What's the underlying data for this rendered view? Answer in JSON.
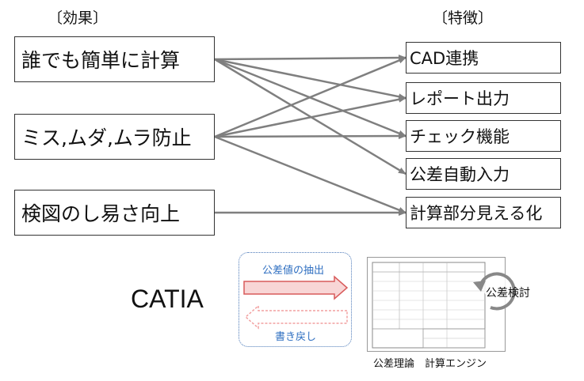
{
  "headers": {
    "effects": "〔効果〕",
    "features": "〔特徴〕"
  },
  "effects": [
    {
      "label": "誰でも簡単に計算"
    },
    {
      "label": "ミス,ムダ,ムラ防止"
    },
    {
      "label": "検図のし易さ向上"
    }
  ],
  "features": [
    {
      "label": "CAD連携"
    },
    {
      "label": "レポート出力"
    },
    {
      "label": "チェック機能"
    },
    {
      "label": "公差自動入力"
    },
    {
      "label": "計算部分見える化"
    }
  ],
  "links": [
    [
      0,
      0
    ],
    [
      0,
      1
    ],
    [
      0,
      2
    ],
    [
      0,
      3
    ],
    [
      1,
      0
    ],
    [
      1,
      1
    ],
    [
      1,
      2
    ],
    [
      1,
      4
    ],
    [
      2,
      4
    ]
  ],
  "colors": {
    "arrow": "#7f7f7f",
    "extract_arrow": "#f08a8a",
    "writeback_arrow": "#f5b0b0",
    "process_text": "#2f6fc1"
  },
  "catia": {
    "label": "CATIA"
  },
  "process": {
    "extract_label": "公差値の抽出",
    "writeback_label": "書き戻し",
    "check_label": "公差検討"
  },
  "engine_caption": "公差理論　計算エンジン"
}
